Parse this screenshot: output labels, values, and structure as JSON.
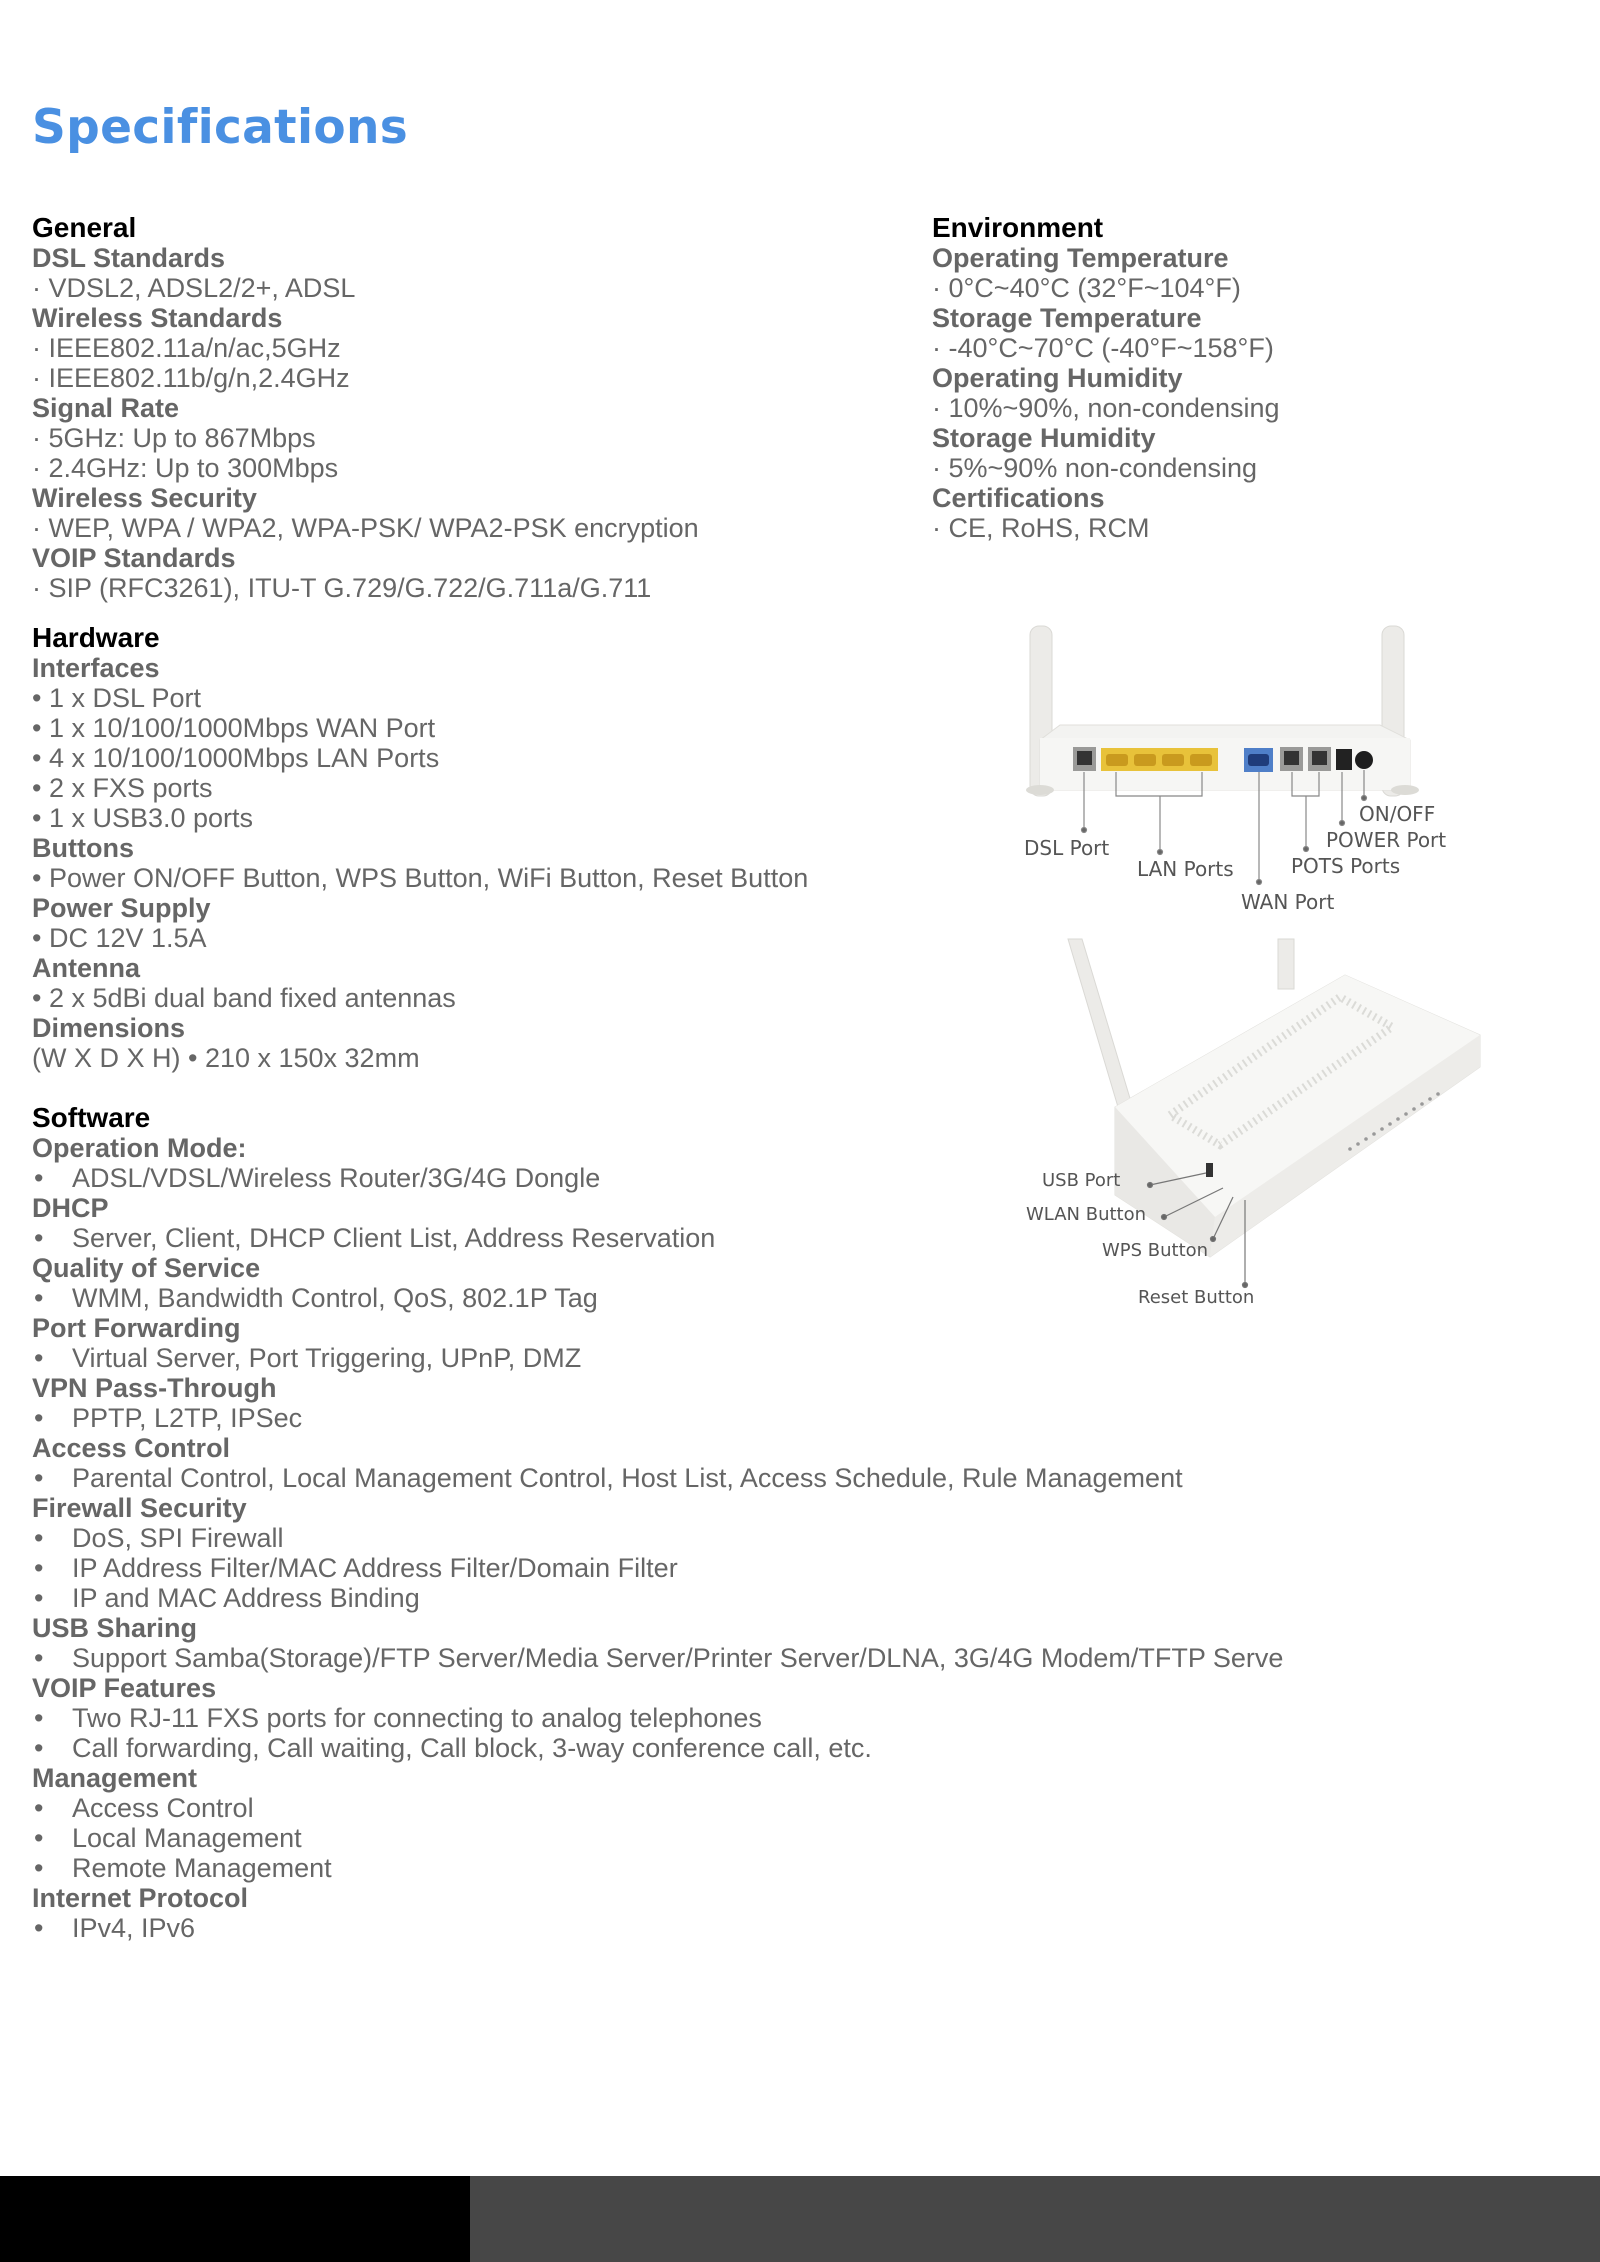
{
  "page": {
    "title": "Specifications"
  },
  "general": {
    "heading": "General",
    "specs": [
      {
        "label": "DSL Standards",
        "values": [
          "· VDSL2, ADSL2/2+, ADSL"
        ]
      },
      {
        "label": "Wireless Standards",
        "values": [
          "· IEEE802.11a/n/ac,5GHz",
          "· IEEE802.11b/g/n,2.4GHz"
        ]
      },
      {
        "label": "Signal Rate",
        "values": [
          "· 5GHz: Up to 867Mbps",
          "· 2.4GHz: Up to 300Mbps"
        ]
      },
      {
        "label": "Wireless Security",
        "values": [
          "· WEP, WPA / WPA2, WPA-PSK/ WPA2-PSK encryption"
        ]
      },
      {
        "label": "VOIP Standards",
        "values": [
          "· SIP (RFC3261), ITU-T G.729/G.722/G.711a/G.711"
        ]
      }
    ]
  },
  "environment": {
    "heading": "Environment",
    "specs": [
      {
        "label": "Operating Temperature",
        "values": [
          "· 0°C~40°C (32°F~104°F)"
        ]
      },
      {
        "label": "Storage Temperature",
        "values": [
          "· -40°C~70°C (-40°F~158°F)"
        ]
      },
      {
        "label": "Operating Humidity",
        "values": [
          "· 10%~90%, non-condensing"
        ]
      },
      {
        "label": "Storage Humidity",
        "values": [
          "· 5%~90% non-condensing"
        ]
      },
      {
        "label": "Certifications",
        "values": [
          "· CE, RoHS, RCM"
        ]
      }
    ]
  },
  "hardware": {
    "heading": "Hardware",
    "specs": [
      {
        "label": "Interfaces",
        "values": [
          "• 1 x DSL Port",
          "• 1 x 10/100/1000Mbps WAN Port",
          "• 4 x 10/100/1000Mbps LAN Ports",
          "• 2 x FXS ports",
          "• 1 x USB3.0 ports"
        ]
      },
      {
        "label": "Buttons",
        "values": [
          "• Power ON/OFF Button, WPS Button, WiFi Button, Reset Button"
        ]
      },
      {
        "label": "Power Supply",
        "values": [
          "• DC 12V 1.5A"
        ]
      },
      {
        "label": "Antenna",
        "values": [
          "• 2 x 5dBi dual band fixed antennas"
        ]
      },
      {
        "label": "Dimensions",
        "values": [
          "(W X D X H) • 210 x 150x 32mm"
        ]
      }
    ]
  },
  "software": {
    "heading": "Software",
    "bullet": "•",
    "specs": [
      {
        "label": "Operation Mode:",
        "values": [
          "ADSL/VDSL/Wireless Router/3G/4G Dongle"
        ]
      },
      {
        "label": "DHCP",
        "values": [
          "Server, Client, DHCP Client List, Address Reservation"
        ]
      },
      {
        "label": "Quality of Service",
        "values": [
          "WMM, Bandwidth Control, QoS, 802.1P Tag"
        ]
      },
      {
        "label": "Port Forwarding",
        "values": [
          "Virtual Server, Port Triggering, UPnP, DMZ"
        ]
      },
      {
        "label": "VPN Pass-Through",
        "values": [
          "PPTP, L2TP, IPSec"
        ]
      },
      {
        "label": "Access Control",
        "values": [
          "Parental Control, Local Management Control, Host List, Access Schedule, Rule Management"
        ]
      },
      {
        "label": "Firewall Security",
        "values": [
          "DoS, SPI Firewall",
          "IP Address Filter/MAC Address Filter/Domain Filter",
          "IP and MAC Address Binding"
        ]
      },
      {
        "label": "USB Sharing",
        "values": [
          "Support Samba(Storage)/FTP Server/Media Server/Printer Server/DLNA, 3G/4G Modem/TFTP Serve"
        ]
      },
      {
        "label": "VOIP Features",
        "values": [
          "Two RJ-11 FXS ports for connecting to analog telephones",
          "Call forwarding, Call waiting, Call block, 3-way conference call, etc."
        ]
      },
      {
        "label": "Management",
        "values": [
          "Access Control",
          "Local Management",
          "Remote Management"
        ]
      },
      {
        "label": "Internet Protocol",
        "values": [
          "IPv4, IPv6"
        ]
      }
    ]
  },
  "figures": {
    "rear": {
      "callouts": {
        "dsl": "DSL Port",
        "lan": "LAN Ports",
        "wan": "WAN Port",
        "pots": "POTS Ports",
        "onoff": "ON/OFF",
        "power": "POWER Port"
      },
      "colors": {
        "lan": "#E8C23A",
        "wan": "#4F7FC8",
        "body": "#F2F2F0"
      }
    },
    "front": {
      "callouts": {
        "usb": "USB Port",
        "wlan": "WLAN Button",
        "wps": "WPS Button",
        "reset": "Reset Button"
      }
    }
  },
  "footer": {
    "left_color": "#000000",
    "right_color": "#474747"
  }
}
